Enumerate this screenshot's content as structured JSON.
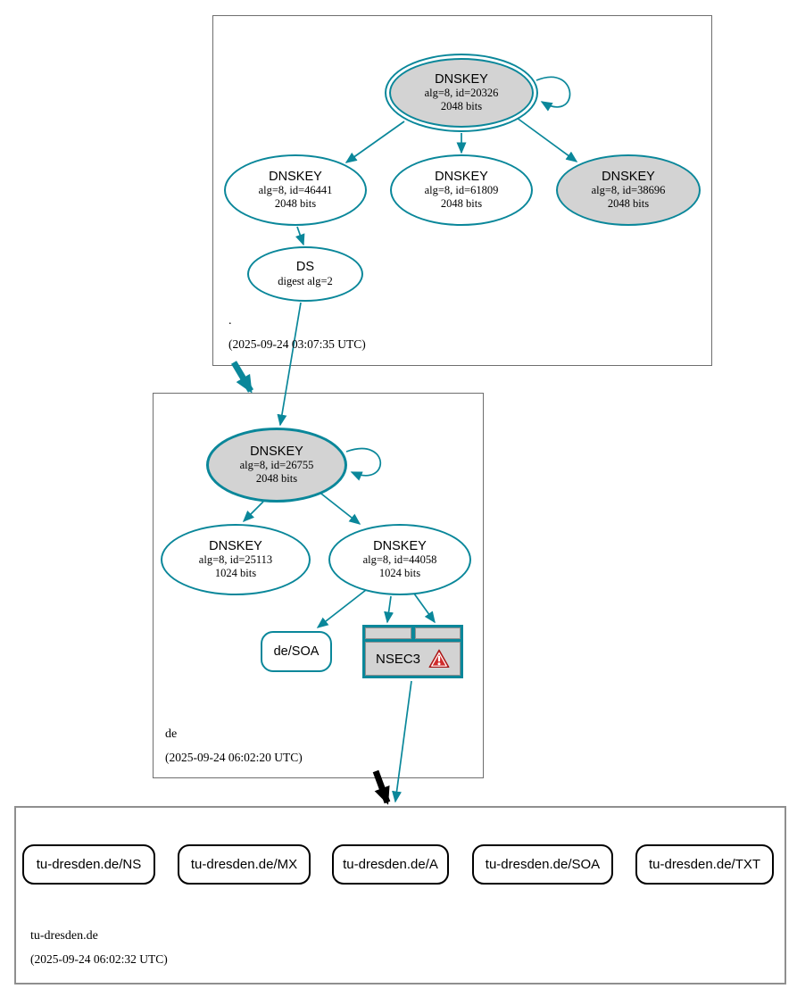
{
  "colors": {
    "secure_edge_teal": "#0a879a",
    "insecure_edge_black": "#000000",
    "node_fill_gray": "#d3d3d3",
    "error_red": "#d02c2c",
    "zone_box_border_gray": "#6e6e6e"
  },
  "root_zone": {
    "label": ".",
    "timestamp": "(2025-09-24 03:07:35 UTC)",
    "ksk_20326": {
      "name": "DNSKEY",
      "detail": "alg=8, id=20326",
      "size": "2048 bits"
    },
    "zsk_46441": {
      "name": "DNSKEY",
      "detail": "alg=8, id=46441",
      "size": "2048 bits"
    },
    "zsk_61809": {
      "name": "DNSKEY",
      "detail": "alg=8, id=61809",
      "size": "2048 bits"
    },
    "zsk_38696": {
      "name": "DNSKEY",
      "detail": "alg=8, id=38696",
      "size": "2048 bits"
    },
    "ds": {
      "name": "DS",
      "detail": "digest alg=2"
    }
  },
  "de_zone": {
    "label": "de",
    "timestamp": "(2025-09-24 06:02:20 UTC)",
    "ksk_26755": {
      "name": "DNSKEY",
      "detail": "alg=8, id=26755",
      "size": "2048 bits"
    },
    "zsk_25113": {
      "name": "DNSKEY",
      "detail": "alg=8, id=25113",
      "size": "1024 bits"
    },
    "zsk_44058": {
      "name": "DNSKEY",
      "detail": "alg=8, id=44058",
      "size": "1024 bits"
    },
    "soa": {
      "label": "de/SOA"
    },
    "nsec3": {
      "label": "NSEC3"
    }
  },
  "tu_zone": {
    "label": "tu-dresden.de",
    "timestamp": "(2025-09-24 06:02:32 UTC)",
    "rrsets": [
      {
        "label": "tu-dresden.de/NS"
      },
      {
        "label": "tu-dresden.de/MX"
      },
      {
        "label": "tu-dresden.de/A"
      },
      {
        "label": "tu-dresden.de/SOA"
      },
      {
        "label": "tu-dresden.de/TXT"
      }
    ]
  }
}
